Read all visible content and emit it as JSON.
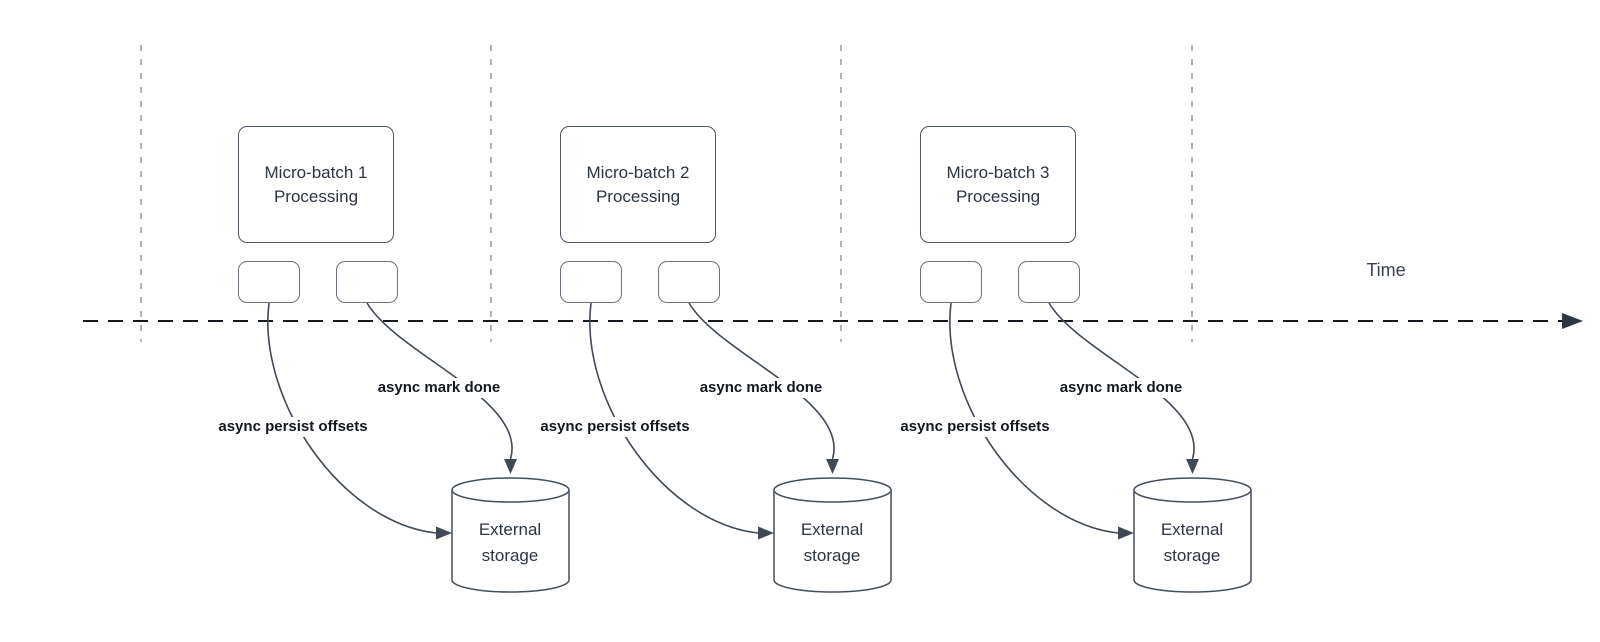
{
  "diagram": {
    "time_axis_label": "Time",
    "groups": [
      {
        "box_title": "Micro-batch 1",
        "box_subtitle": "Processing",
        "persist_label": "async persist offsets",
        "mark_done_label": "async mark done",
        "storage_label": "External storage"
      },
      {
        "box_title": "Micro-batch 2",
        "box_subtitle": "Processing",
        "persist_label": "async persist offsets",
        "mark_done_label": "async mark done",
        "storage_label": "External storage"
      },
      {
        "box_title": "Micro-batch 3",
        "box_subtitle": "Processing",
        "persist_label": "async persist offsets",
        "mark_done_label": "async mark done",
        "storage_label": "External storage"
      }
    ],
    "colors": {
      "shape_stroke": "#4d5761",
      "task_box_stroke": "#6b737b",
      "connector_stroke": "#3f4a56",
      "timeline_stroke": "#16191d",
      "guide_line_stroke": "#b3b3b3",
      "label_text": "#14181f",
      "shape_text": "#2c3540"
    }
  }
}
